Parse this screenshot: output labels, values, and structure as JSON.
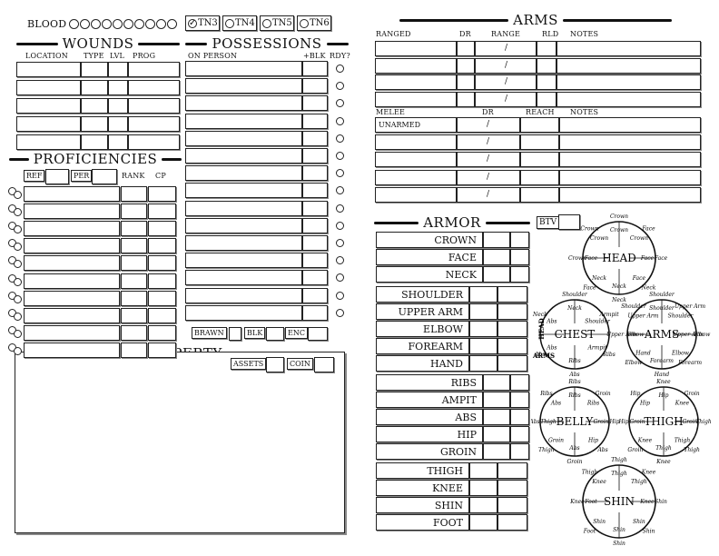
{
  "blood": {
    "label": "BLOOD",
    "count": 10
  },
  "tn": [
    {
      "label": "TN3",
      "checked": true
    },
    {
      "label": "TN4",
      "checked": false
    },
    {
      "label": "TN5",
      "checked": false
    },
    {
      "label": "TN6",
      "checked": false
    }
  ],
  "wounds": {
    "title": "WOUNDS",
    "headers": {
      "location": "LOCATION",
      "type": "TYPE",
      "lvl": "LVL",
      "prog": "PROG"
    }
  },
  "possessions": {
    "title": "POSSESSIONS",
    "headers": {
      "on_person": "ON PERSON",
      "blk": "+BLK",
      "rdy": "RDY?"
    },
    "footer": {
      "brawn": "BRAWN",
      "blk": "BLK",
      "enc": "ENC"
    }
  },
  "proficiencies": {
    "title": "PROFICIENCIES",
    "headers": {
      "ref": "REF",
      "per": "PER",
      "rank": "RANK",
      "cp": "CP"
    }
  },
  "property": {
    "title": "PROPERTY",
    "assets": "ASSETS",
    "coin": "COIN"
  },
  "arms": {
    "title": "ARMS",
    "ranged_headers": {
      "ranged": "RANGED",
      "dr": "DR",
      "range": "RANGE",
      "rld": "RLD",
      "notes": "NOTES"
    },
    "melee_headers": {
      "melee": "MELEE",
      "dr": "DR",
      "reach": "REACH",
      "notes": "NOTES"
    },
    "melee_first": "UNARMED"
  },
  "armor": {
    "title": "ARMOR",
    "btv": "BTV",
    "groups": [
      [
        "CROWN",
        "FACE",
        "NECK"
      ],
      [
        "SHOULDER",
        "UPPER ARM",
        "ELBOW",
        "FOREARM",
        "HAND"
      ],
      [
        "RIBS",
        "AMPIT",
        "ABS",
        "HIP",
        "GROIN"
      ],
      [
        "THIGH",
        "KNEE",
        "SHIN",
        "FOOT"
      ]
    ]
  },
  "diagrams": {
    "head": {
      "center": "HEAD",
      "labels": [
        "Crown",
        "Crown",
        "Face",
        "Face",
        "Neck",
        "Neck",
        "Face",
        "Crown"
      ]
    },
    "chest": {
      "center": "CHEST",
      "labels": [
        "Neck",
        "Shoulder",
        "Armpit",
        "Ribs",
        "Abs",
        "Abs"
      ],
      "side_top": "HEAD",
      "side_bottom": "ARMS"
    },
    "arms": {
      "center": "ARMS",
      "labels": [
        "Shoulder",
        "Shoulder",
        "Upper Arm",
        "Elbow",
        "Forearm",
        "Hand",
        "Elbow",
        "Upper Arm"
      ]
    },
    "belly": {
      "center": "BELLY",
      "labels": [
        "Ribs",
        "Ribs",
        "Groin",
        "Hip",
        "Abs",
        "Groin",
        "Thigh",
        "Abs"
      ]
    },
    "thigh": {
      "center": "THIGH",
      "labels": [
        "Hip",
        "Knee",
        "Groin",
        "Thigh",
        "Thigh",
        "Knee",
        "Groin",
        "Hip"
      ]
    },
    "shin": {
      "center": "SHIN",
      "labels": [
        "Thigh",
        "Thigh",
        "Knee",
        "Shin",
        "Shin",
        "Shin",
        "Foot",
        "Knee"
      ]
    }
  }
}
